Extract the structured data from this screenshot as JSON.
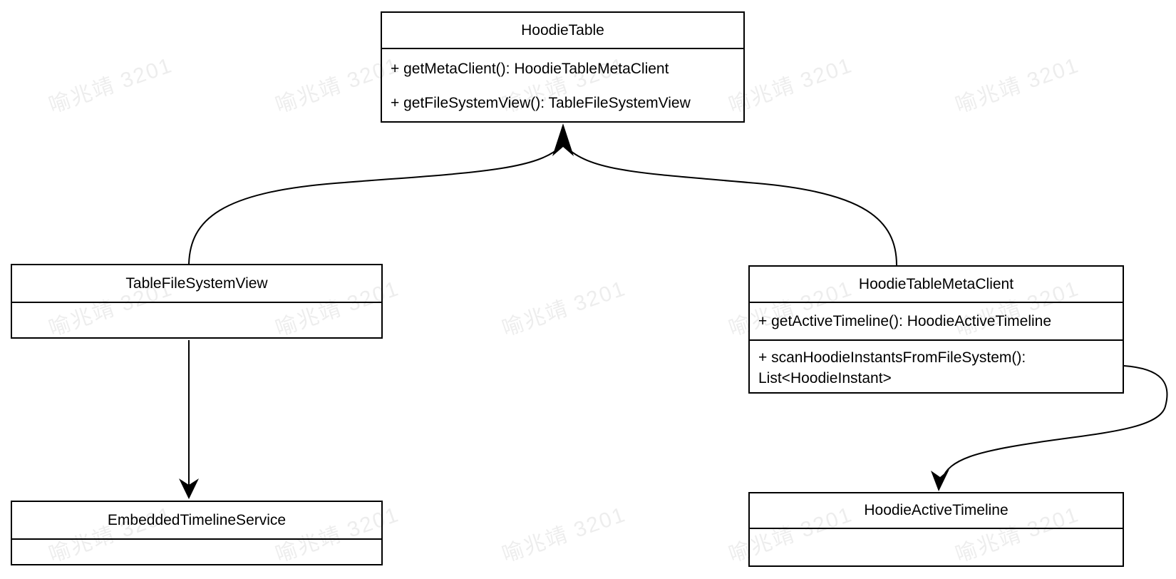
{
  "watermark": {
    "text": "喻兆靖 3201"
  },
  "classes": {
    "hoodie_table": {
      "title": "HoodieTable",
      "method1": "+ getMetaClient(): HoodieTableMetaClient",
      "method2": "+ getFileSystemView(): TableFileSystemView"
    },
    "table_file_system_view": {
      "title": "TableFileSystemView"
    },
    "hoodie_table_meta_client": {
      "title": "HoodieTableMetaClient",
      "method1": "+ getActiveTimeline(): HoodieActiveTimeline",
      "method2": "+ scanHoodieInstantsFromFileSystem(): List<HoodieInstant>"
    },
    "embedded_timeline_service": {
      "title": "EmbeddedTimelineService"
    },
    "hoodie_active_timeline": {
      "title": "HoodieActiveTimeline"
    }
  },
  "edges": {
    "left_and_right_to_hoodie_table": "arrow pointing up into HoodieTable bottom",
    "table_fsv_to_embedded": "arrow pointing down into EmbeddedTimelineService top",
    "meta_client_to_active_timeline": "s-curve arrow pointing down into HoodieActiveTimeline top"
  },
  "colors": {
    "line": "#000000",
    "box_fill": "#ffffff",
    "background": "#ffffff"
  }
}
